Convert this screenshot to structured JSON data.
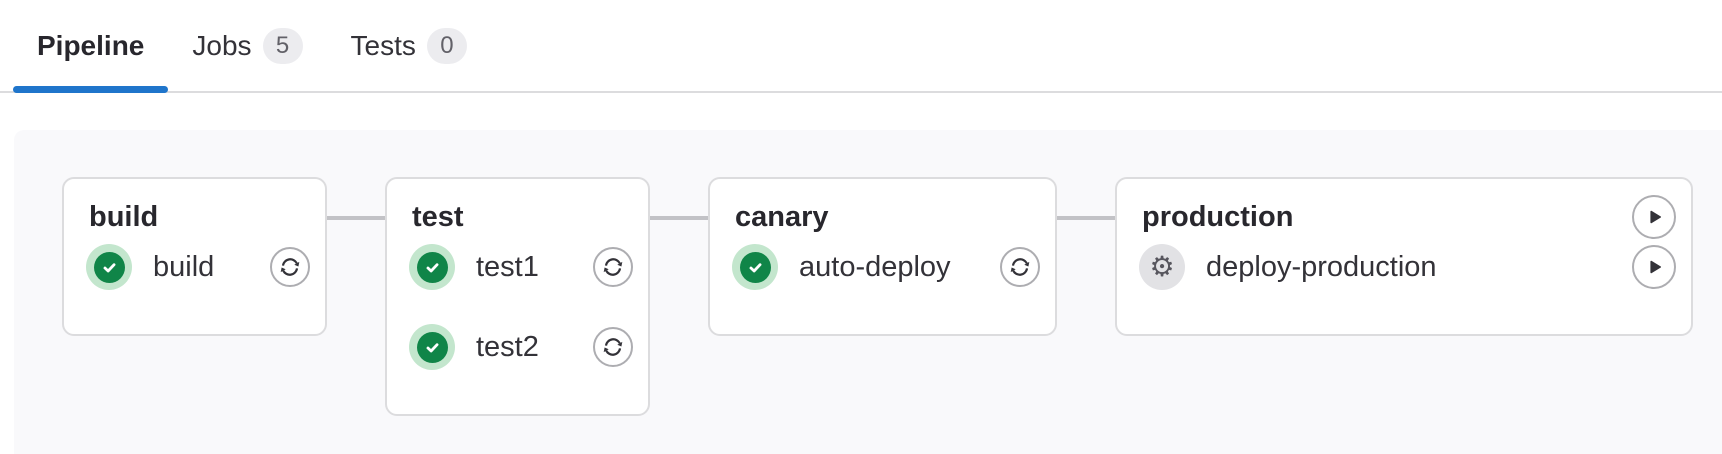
{
  "tabs": [
    {
      "label": "Pipeline",
      "active": true
    },
    {
      "label": "Jobs",
      "badge": "5",
      "active": false
    },
    {
      "label": "Tests",
      "badge": "0",
      "active": false
    }
  ],
  "pipeline": {
    "stages": [
      {
        "name": "build",
        "jobs": [
          {
            "name": "build",
            "status": "success",
            "status_icon": "check-circle-icon",
            "action": "retry",
            "action_icon": "retry-icon"
          }
        ]
      },
      {
        "name": "test",
        "jobs": [
          {
            "name": "test1",
            "status": "success",
            "status_icon": "check-circle-icon",
            "action": "retry",
            "action_icon": "retry-icon"
          },
          {
            "name": "test2",
            "status": "success",
            "status_icon": "check-circle-icon",
            "action": "retry",
            "action_icon": "retry-icon"
          }
        ]
      },
      {
        "name": "canary",
        "jobs": [
          {
            "name": "auto-deploy",
            "status": "success",
            "status_icon": "check-circle-icon",
            "action": "retry",
            "action_icon": "retry-icon"
          }
        ]
      },
      {
        "name": "production",
        "stage_action": "play",
        "stage_action_icon": "play-icon",
        "jobs": [
          {
            "name": "deploy-production",
            "status": "manual",
            "status_icon": "gear-icon",
            "status_glyph": "⚙",
            "action": "play",
            "action_icon": "play-icon"
          }
        ]
      }
    ]
  },
  "colors": {
    "active_tab_indicator": "#1f75cb",
    "tab_border": "#dcdcde",
    "badge_bg": "#ececef",
    "badge_text": "#626168",
    "graph_bg": "#f9f9fb",
    "card_bg": "#ffffff",
    "card_border": "#dcdcde",
    "connector": "#c2c2c6",
    "success_green": "#108548",
    "success_ring": "#c3e6cd",
    "manual_disc": "#e2e2e5",
    "icon_dark": "#333238",
    "text_dark": "#28272d"
  }
}
